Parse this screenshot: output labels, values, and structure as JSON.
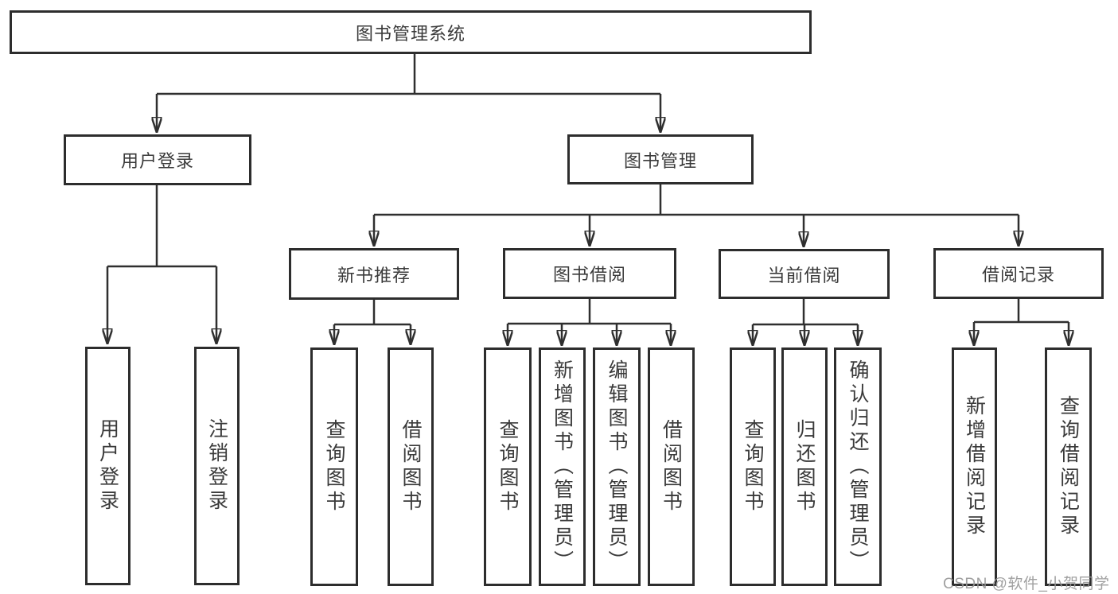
{
  "tree": {
    "label": "图书管理系统",
    "children": [
      {
        "label": "用户登录",
        "children": [
          {
            "label": "用户登录"
          },
          {
            "label": "注销登录"
          }
        ]
      },
      {
        "label": "图书管理",
        "children": [
          {
            "label": "新书推荐",
            "children": [
              {
                "label": "查询图书"
              },
              {
                "label": "借阅图书"
              }
            ]
          },
          {
            "label": "图书借阅",
            "children": [
              {
                "label": "查询图书"
              },
              {
                "label": "新增图书（管理员）"
              },
              {
                "label": "编辑图书（管理员）"
              },
              {
                "label": "借阅图书"
              }
            ]
          },
          {
            "label": "当前借阅",
            "children": [
              {
                "label": "查询图书"
              },
              {
                "label": "归还图书"
              },
              {
                "label": "确认归还（管理员）"
              }
            ]
          },
          {
            "label": "借阅记录",
            "children": [
              {
                "label": "新增借阅记录"
              },
              {
                "label": "查询借阅记录"
              }
            ]
          }
        ]
      }
    ]
  },
  "watermark": {
    "text": "CSDN @软件_小贺同学"
  },
  "colors": {
    "line": "#2f2f2f",
    "box_border": "#2d2d2d",
    "text": "#3a3a3a",
    "background": "#ffffff",
    "watermark": "#989898"
  }
}
